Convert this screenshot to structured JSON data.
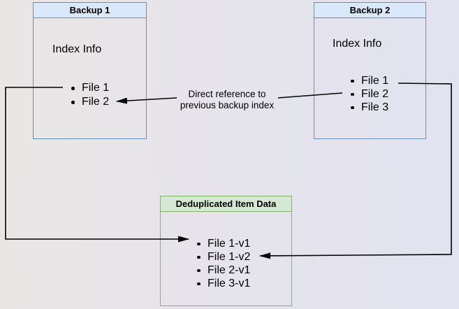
{
  "diagram": {
    "background": {
      "gradient_left": "#e9e6e5",
      "gradient_right": "#e2e2f1"
    },
    "line_color": "#000000",
    "boxes": {
      "backup1": {
        "title": "Backup 1",
        "header_fill": "#dae8fc",
        "border_color": "#6c8ebf",
        "subtitle": "Index Info",
        "items": [
          "File 1",
          "File 2"
        ]
      },
      "backup2": {
        "title": "Backup 2",
        "header_fill": "#dae8fc",
        "border_color": "#6c8ebf",
        "subtitle": "Index Info",
        "items": [
          "File 1",
          "File 2",
          "File 3"
        ]
      },
      "dedup": {
        "title": "Deduplicated Item Data",
        "header_fill": "#d5e8d4",
        "border_color": "#82b366",
        "items": [
          "File 1-v1",
          "File 1-v2",
          "File 2-v1",
          "File 3-v1"
        ]
      }
    },
    "edge_label": {
      "line1": "Direct reference to",
      "line2": "previous backup index"
    }
  }
}
